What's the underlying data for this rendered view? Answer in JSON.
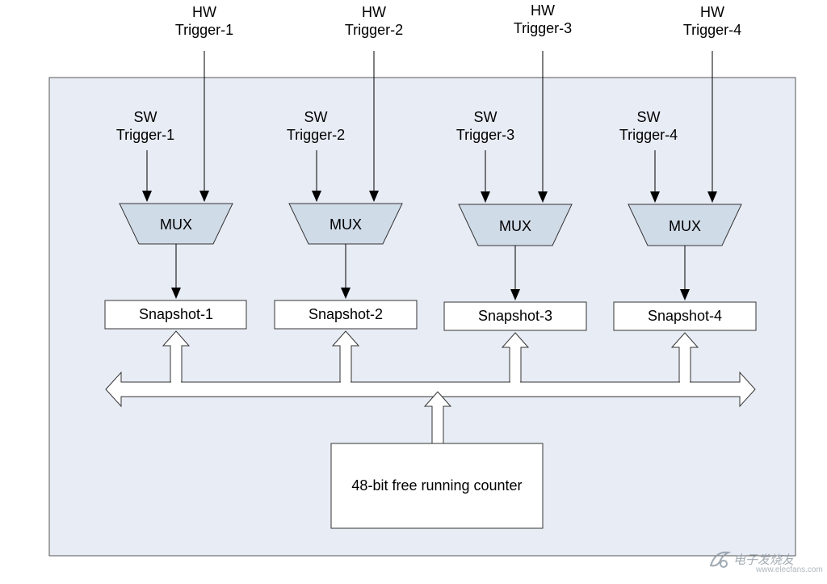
{
  "diagram": {
    "hw_triggers": [
      {
        "line1": "HW",
        "line2": "Trigger-1"
      },
      {
        "line1": "HW",
        "line2": "Trigger-2"
      },
      {
        "line1": "HW",
        "line2": "Trigger-3"
      },
      {
        "line1": "HW",
        "line2": "Trigger-4"
      }
    ],
    "sw_triggers": [
      {
        "line1": "SW",
        "line2": "Trigger-1"
      },
      {
        "line1": "SW",
        "line2": "Trigger-2"
      },
      {
        "line1": "SW",
        "line2": "Trigger-3"
      },
      {
        "line1": "SW",
        "line2": "Trigger-4"
      }
    ],
    "mux_label": "MUX",
    "snapshots": [
      "Snapshot-1",
      "Snapshot-2",
      "Snapshot-3",
      "Snapshot-4"
    ],
    "counter_label": "48-bit free running counter",
    "colors": {
      "panel_fill": "#e8ecf5",
      "mux_fill": "#d0dbe8",
      "box_fill": "#ffffff",
      "stroke": "#333333"
    }
  },
  "watermark": {
    "text": "电子发烧友",
    "url": "www.elecfans.com"
  }
}
